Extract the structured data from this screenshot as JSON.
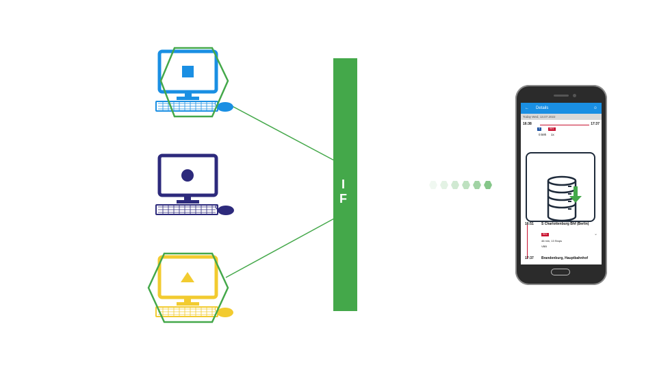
{
  "interface_label": "I F",
  "phone": {
    "app_title": "Details",
    "back_icon": "arrow-left-icon",
    "user_icon": "user-icon",
    "date_text": "Today Wed, 13.07.2022",
    "dep_time": "16:38",
    "arr_time": "17:37",
    "duration": "0:59h",
    "transfers": "1x",
    "stop1_time": "16:51",
    "stop1_name": "S Charlottenburg Bhf (Berlin)",
    "train_tag": "RE1",
    "ride_info": "46 min, 13 Stops",
    "operator": "VBB",
    "stop2_time": "17:37",
    "stop2_name": "Brandenburg, Hauptbahnhof",
    "overlay_icon": "database-download-icon"
  },
  "colors": {
    "green": "#44a84a",
    "blue": "#1a8fe3",
    "purple": "#2d2a7c",
    "yellow": "#f2cb30",
    "red": "#c8102e"
  },
  "computers": [
    {
      "name": "blue-computer",
      "shape": "square",
      "color": "#1a8fe3",
      "hexagon": true
    },
    {
      "name": "purple-computer",
      "shape": "circle",
      "color": "#2d2a7c",
      "hexagon": false
    },
    {
      "name": "yellow-computer",
      "shape": "triangle",
      "color": "#f2cb30",
      "hexagon": true
    }
  ]
}
